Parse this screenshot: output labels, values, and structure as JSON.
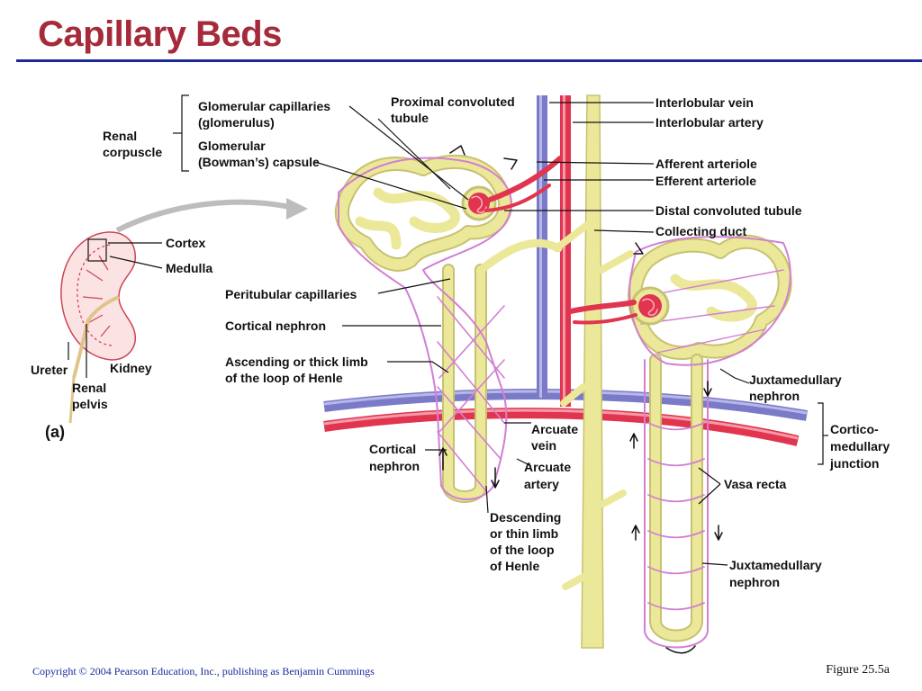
{
  "slide": {
    "title": "Capillary Beds",
    "copyright": "Copyright © 2004 Pearson Education, Inc., publishing as Benjamin Cummings",
    "figure_number": "Figure 25.5a"
  },
  "colors": {
    "title": "#a52a3a",
    "rule": "#1a2a9c",
    "artery": "#e0344f",
    "vein": "#7a7ac8",
    "tubule": "#ece89a",
    "capillary": "#d27fd2"
  },
  "labels": {
    "renal_corpuscle_1": "Renal",
    "renal_corpuscle_2": "corpuscle",
    "glomerular_capillaries_1": "Glomerular capillaries",
    "glomerular_capillaries_2": "(glomerulus)",
    "glomerular_capsule_1": "Glomerular",
    "glomerular_capsule_2": "(Bowman’s) capsule",
    "proximal_1": "Proximal convoluted",
    "proximal_2": "tubule",
    "interlobular_vein": "Interlobular vein",
    "interlobular_artery": "Interlobular artery",
    "afferent": "Afferent arteriole",
    "efferent": "Efferent arteriole",
    "distal": "Distal convoluted tubule",
    "collecting": "Collecting duct",
    "cortex": "Cortex",
    "medulla": "Medulla",
    "peritubular": "Peritubular capillaries",
    "cortical_nephron_top": "Cortical nephron",
    "ascending_1": "Ascending or thick limb",
    "ascending_2": "of the loop of Henle",
    "ureter": "Ureter",
    "kidney": "Kidney",
    "renal_pelvis_1": "Renal",
    "renal_pelvis_2": "pelvis",
    "panel": "(a)",
    "juxta_top_1": "Juxtamedullary",
    "juxta_top_2": "nephron",
    "cortico_1": "Cortico-",
    "cortico_2": "medullary",
    "cortico_3": "junction",
    "arcuate_vein_1": "Arcuate",
    "arcuate_vein_2": "vein",
    "arcuate_artery_1": "Arcuate",
    "arcuate_artery_2": "artery",
    "cortical_nephron_bottom_1": "Cortical",
    "cortical_nephron_bottom_2": "nephron",
    "vasa_recta": "Vasa recta",
    "descending_1": "Descending",
    "descending_2": "or thin limb",
    "descending_3": "of the loop",
    "descending_4": "of Henle",
    "juxta_bottom_1": "Juxtamedullary",
    "juxta_bottom_2": "nephron"
  }
}
